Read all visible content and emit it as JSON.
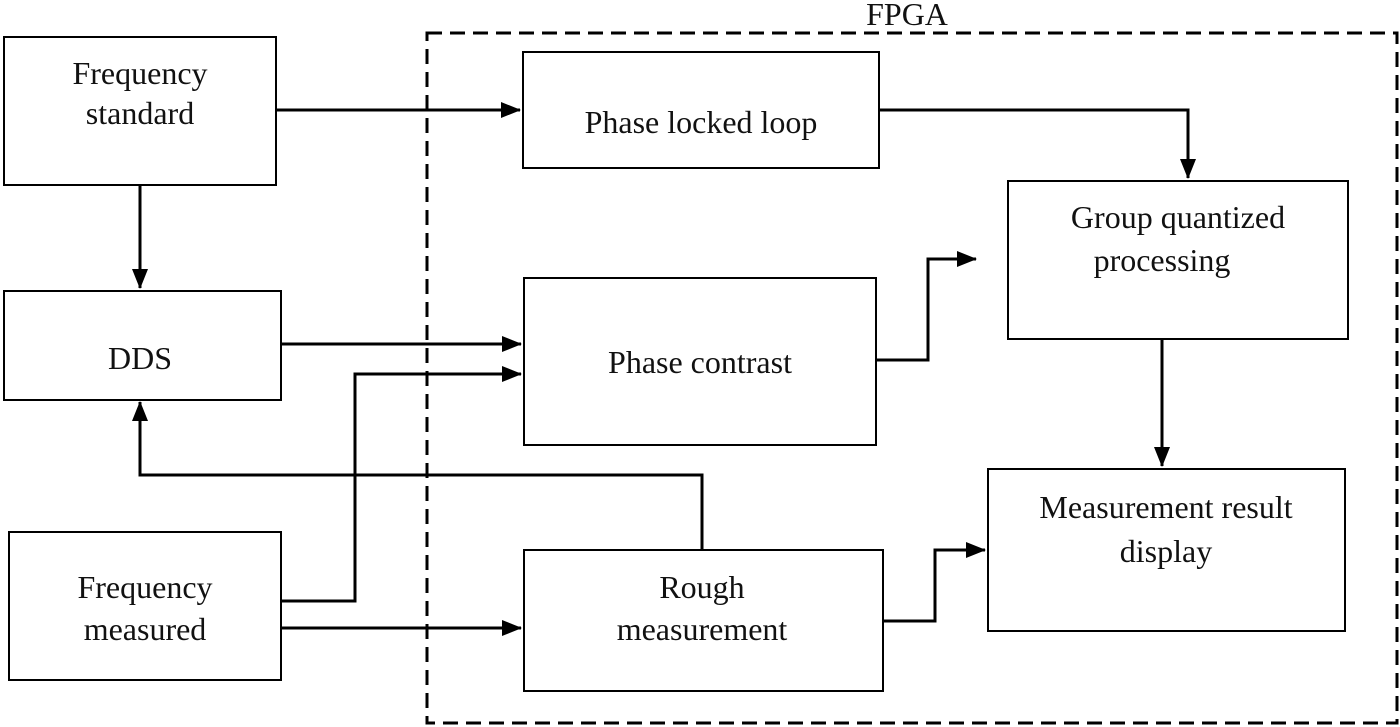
{
  "fpga": {
    "label": "FPGA"
  },
  "boxes": {
    "freq_standard": {
      "line1": "Frequency",
      "line2": "standard"
    },
    "dds": {
      "line1": "DDS"
    },
    "freq_measured": {
      "line1": "Frequency",
      "line2": "measured"
    },
    "pll": {
      "line1": "Phase locked loop"
    },
    "phase_contrast": {
      "line1": "Phase contrast"
    },
    "rough": {
      "line1": "Rough",
      "line2": "measurement"
    },
    "group": {
      "line1": "Group quantized",
      "line2": "processing"
    },
    "result": {
      "line1": "Measurement result",
      "line2": "display"
    }
  },
  "connections": [
    {
      "from": "Frequency standard",
      "to": "Phase locked loop"
    },
    {
      "from": "Frequency standard",
      "to": "DDS"
    },
    {
      "from": "DDS",
      "to": "Phase contrast"
    },
    {
      "from": "Frequency measured",
      "to": "Phase contrast"
    },
    {
      "from": "Frequency measured",
      "to": "Rough measurement"
    },
    {
      "from": "Rough measurement",
      "to": "DDS"
    },
    {
      "from": "Phase locked loop",
      "to": "Group quantized processing"
    },
    {
      "from": "Phase contrast",
      "to": "Group quantized processing"
    },
    {
      "from": "Group quantized processing",
      "to": "Measurement result display"
    },
    {
      "from": "Rough measurement",
      "to": "Measurement result display"
    }
  ]
}
